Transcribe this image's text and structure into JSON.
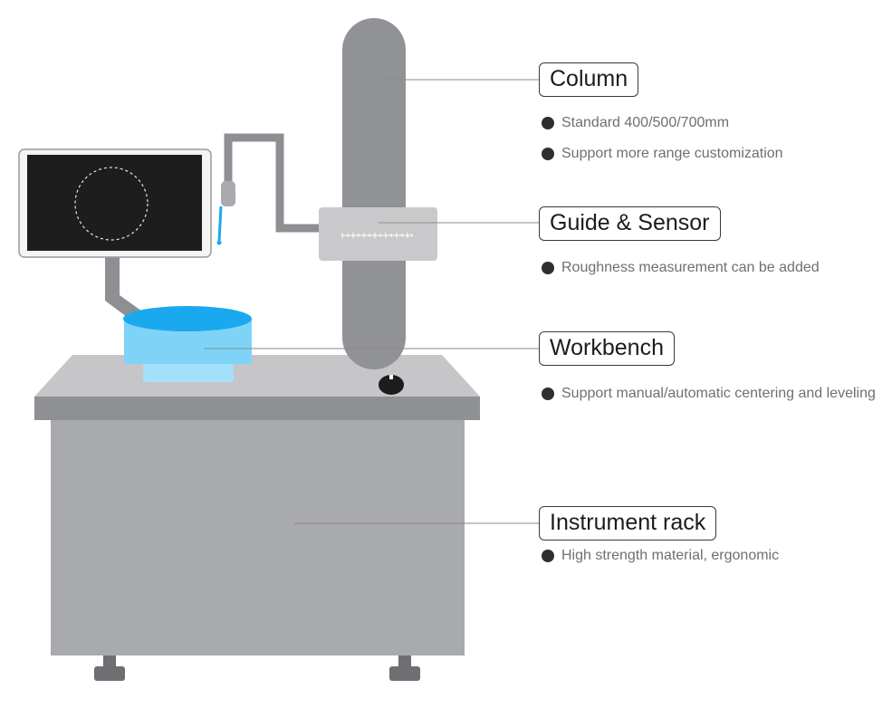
{
  "colors": {
    "machine_gray": "#a9aaae",
    "dark_gray": "#8e8f93",
    "light_gray": "#c9c9cb",
    "table_top": "#c6c6c8",
    "table_edge": "#8f9094",
    "workbench_blue": "#1aa9ee",
    "workbench_light_blue": "#7fd3f7",
    "screen_black": "#1d1d1d",
    "leader_line": "#8a8a8a",
    "bullet": "#2f2f2f"
  },
  "labels": {
    "column": {
      "title": "Column",
      "features": [
        "Standard 400/500/700mm",
        "Support more range customization"
      ]
    },
    "guide_sensor": {
      "title": "Guide & Sensor",
      "features": [
        "Roughness measurement can be added"
      ]
    },
    "workbench": {
      "title": "Workbench",
      "features": [
        "Support manual/automatic centering and leveling"
      ]
    },
    "instrument_rack": {
      "title": "Instrument rack",
      "features": [
        "High strength material, ergonomic"
      ]
    }
  }
}
